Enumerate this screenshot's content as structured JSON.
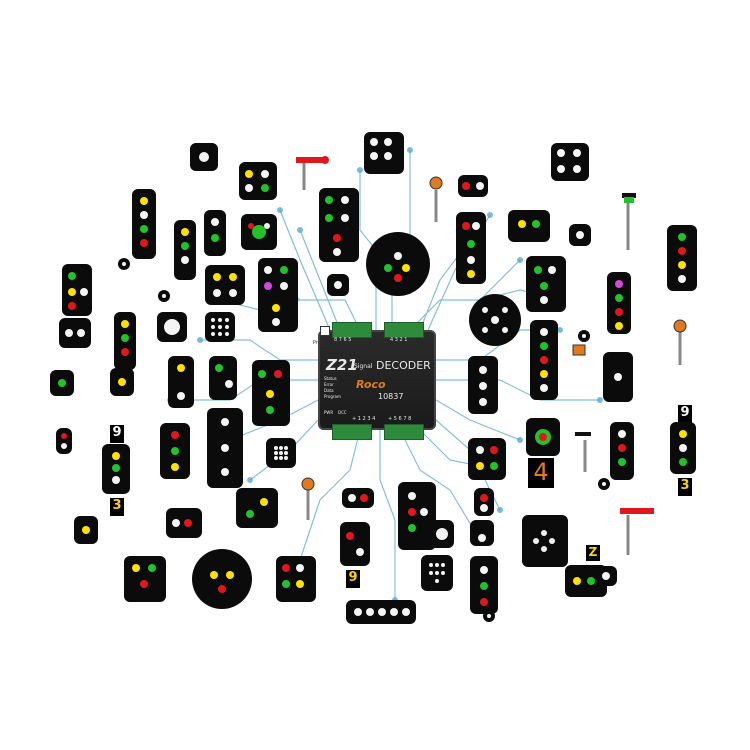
{
  "decoder": {
    "brand_logo": "Z21",
    "product_small": "Signal",
    "product_name": "DECODER",
    "maker_logo": "Roco",
    "part_number": "10837",
    "terminal_labels_top": "8 7 6 5",
    "terminal_labels_top_right": "4 3 2 1",
    "terminal_labels_bottom": "+ 1 2 3 4",
    "terminal_labels_bottom_right": "+ 5 6 7 8",
    "prog_label": "Prog",
    "side_labels": [
      "Status",
      "Error",
      "Data",
      "Program"
    ],
    "pwr_label": "PWR",
    "dcc_label": "DCC"
  },
  "signal_numbers": [
    "9",
    "9",
    "3",
    "3",
    "9",
    "4",
    "Z"
  ],
  "colors": {
    "housing": "#0b0b0b",
    "green": "#22c22b",
    "yellow": "#ffe100",
    "red": "#e0181c",
    "white": "#f4f4f4",
    "magenta": "#d24bd8",
    "circuit": "#5aa9d8",
    "terminal": "#2e8b3c"
  },
  "icons": [
    "signal-housing-icon",
    "signal-lamp-icon",
    "semaphore-icon",
    "circuit-trace-icon",
    "decoder-module-icon"
  ]
}
